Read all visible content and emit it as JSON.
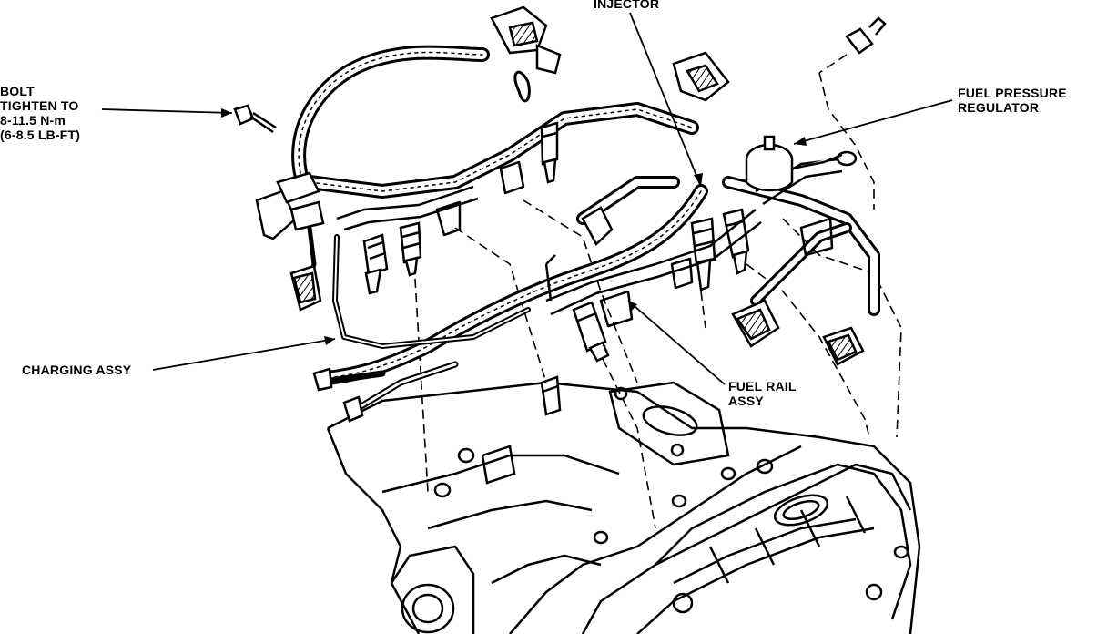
{
  "labels": {
    "injector": "INJECTOR",
    "bolt": {
      "line1": "BOLT",
      "line2": "TIGHTEN TO",
      "line3": "8-11.5 N-m",
      "line4": "(6-8.5 LB-FT)"
    },
    "fuel_pressure_regulator": {
      "line1": "FUEL PRESSURE",
      "line2": "REGULATOR"
    },
    "charging_assy": "CHARGING ASSY",
    "fuel_rail_assy": {
      "line1": "FUEL RAIL",
      "line2": "ASSY"
    }
  },
  "colors": {
    "ink": "#000000",
    "paper": "#ffffff"
  }
}
